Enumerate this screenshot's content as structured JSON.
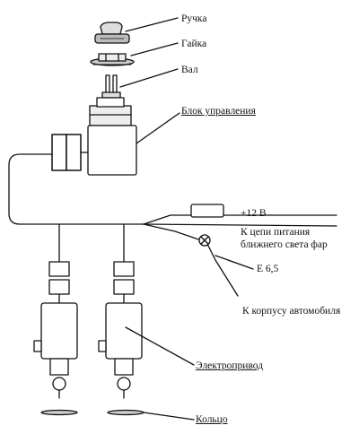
{
  "labels": {
    "handle": "Ручка",
    "nut": "Гайка",
    "shaft": "Вал",
    "control_unit": "Блок управления",
    "plus12v": "+12 В",
    "power_circuit_line1": "К цепи питания",
    "power_circuit_line2": "ближнего света фар",
    "e65": "Е 6,5",
    "ground": "К корпусу автомобиля",
    "actuator": "Электропривод",
    "ring": "Кольцо"
  }
}
